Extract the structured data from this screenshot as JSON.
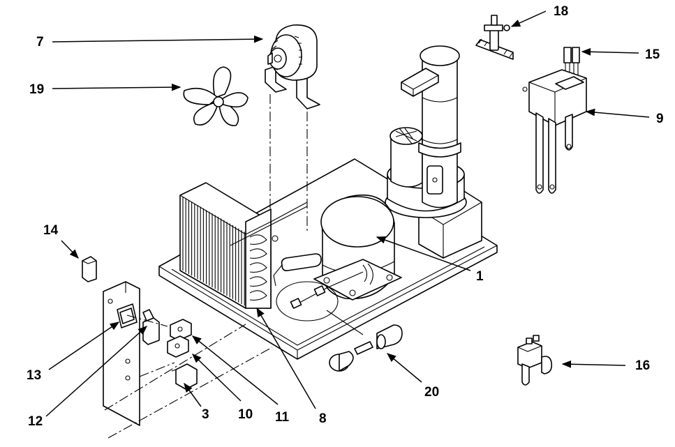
{
  "callouts": [
    {
      "id": "c7",
      "label": "7"
    },
    {
      "id": "c19",
      "label": "19"
    },
    {
      "id": "c18",
      "label": "18"
    },
    {
      "id": "c15",
      "label": "15"
    },
    {
      "id": "c9",
      "label": "9"
    },
    {
      "id": "c1",
      "label": "1"
    },
    {
      "id": "c14",
      "label": "14"
    },
    {
      "id": "c13",
      "label": "13"
    },
    {
      "id": "c12",
      "label": "12"
    },
    {
      "id": "c3",
      "label": "3"
    },
    {
      "id": "c10",
      "label": "10"
    },
    {
      "id": "c11",
      "label": "11"
    },
    {
      "id": "c8",
      "label": "8"
    },
    {
      "id": "c20",
      "label": "20"
    },
    {
      "id": "c16",
      "label": "16"
    }
  ]
}
